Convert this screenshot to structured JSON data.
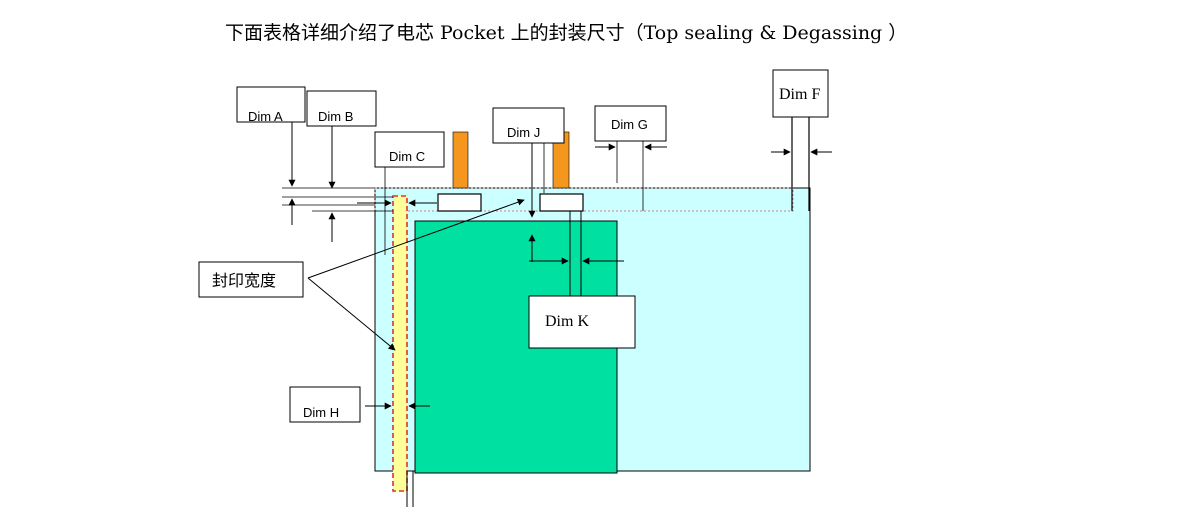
{
  "title": "下面表格详细介绍了电芯 Pocket 上的封装尺寸（Top sealing & Degassing  ）",
  "labels": {
    "dim_a": "Dim A",
    "dim_b": "Dim B",
    "dim_c": "Dim C",
    "dim_j": "Dim J",
    "dim_g": "Dim G",
    "dim_f": "Dim F",
    "dim_k": "Dim K",
    "dim_h": "Dim H",
    "seal_width": "封印宽度"
  },
  "colors": {
    "pocket": "#ccffff",
    "cell": "#00e0a0",
    "tab": "#f5961e",
    "seal_strip": "#ffff99",
    "seal_border": "#e03030"
  }
}
